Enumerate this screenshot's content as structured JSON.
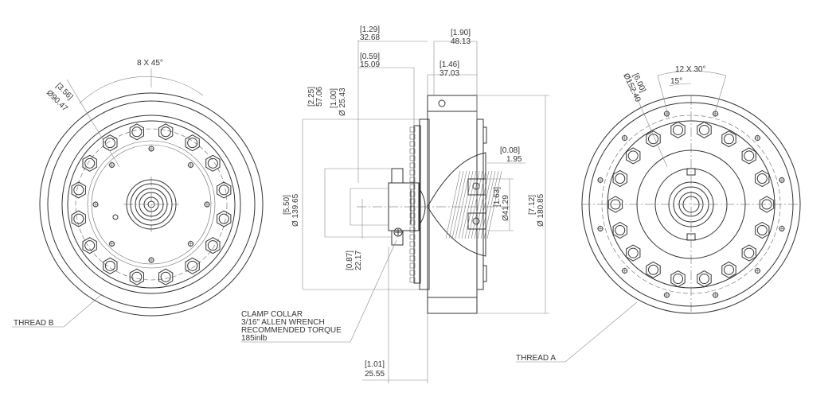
{
  "left_view": {
    "angle_label": "8 X 45°",
    "pcd_in": "[3.56]",
    "pcd_mm": "Ø90.47",
    "thread_label": "THREAD B"
  },
  "center_view": {
    "dims": {
      "d129_in": "[1.29]",
      "d129_mm": "32.68",
      "d190_in": "[1.90]",
      "d190_mm": "48.13",
      "d059_in": "[0.59]",
      "d059_mm": "15.09",
      "d146_in": "[1.46]",
      "d146_mm": "37.03",
      "d225_in": "[2.25]",
      "d225_mm": "57.06",
      "d100_in": "[1.00]",
      "d100_mm": "Ø 25.43",
      "d550_in": "[5.50]",
      "d550_mm": "Ø 139.65",
      "d008_in": "[0.08]",
      "d008_mm": "1.95",
      "d163_in": "[1.63]",
      "d163_mm": "Ø41.29",
      "d712_in": "[7.12]",
      "d712_mm": "Ø 180.85",
      "d087_in": "[0.87]",
      "d087_mm": "22.17",
      "d101_in": "[1.01]",
      "d101_mm": "25.55"
    },
    "note_lines": [
      "CLAMP COLLAR",
      "3/16\" ALLEN WRENCH",
      "RECOMMENDED TORQUE",
      "185inlb"
    ]
  },
  "right_view": {
    "angle_label": "12 X 30°",
    "angle_offset": "15°",
    "pcd_in": "[6.00]",
    "pcd_mm": "Ø152.40",
    "thread_label": "THREAD A"
  }
}
